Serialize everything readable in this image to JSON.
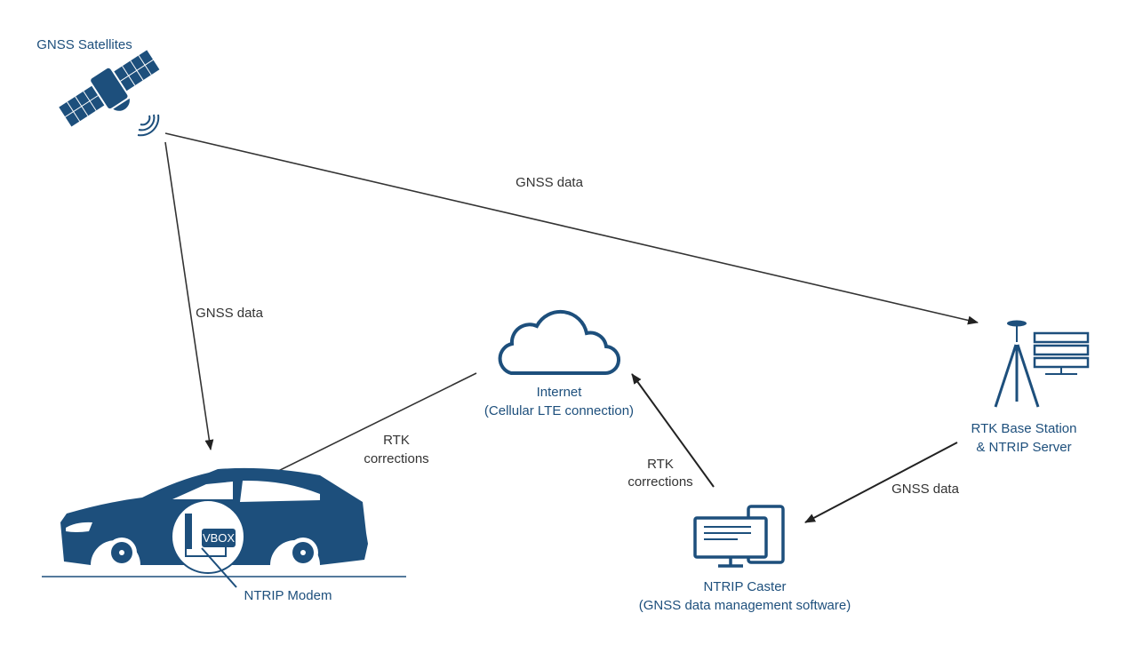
{
  "colors": {
    "primary": "#1d4f7c",
    "arrow": "#333333"
  },
  "nodes": {
    "satellites": {
      "label": "GNSS Satellites",
      "icon": "satellite-icon"
    },
    "internet": {
      "label_line1": "Internet",
      "label_line2": "(Cellular LTE connection)",
      "icon": "cloud-icon"
    },
    "base_station": {
      "label_line1": "RTK Base Station",
      "label_line2": "& NTRIP Server",
      "icon": "tripod-server-icon"
    },
    "caster": {
      "label_line1": "NTRIP Caster",
      "label_line2": "(GNSS data management software)",
      "icon": "computer-icon"
    },
    "vehicle": {
      "modem_label": "NTRIP Modem",
      "vbox_label": "VBOX",
      "icon": "car-icon"
    }
  },
  "edges": {
    "sat_to_car": {
      "line1": "GNSS data"
    },
    "sat_to_base": {
      "line1": "GNSS data"
    },
    "base_to_caster": {
      "line1": "GNSS data"
    },
    "caster_to_internet": {
      "line1": "RTK",
      "line2": "corrections"
    },
    "internet_to_car": {
      "line1": "RTK",
      "line2": "corrections"
    }
  }
}
